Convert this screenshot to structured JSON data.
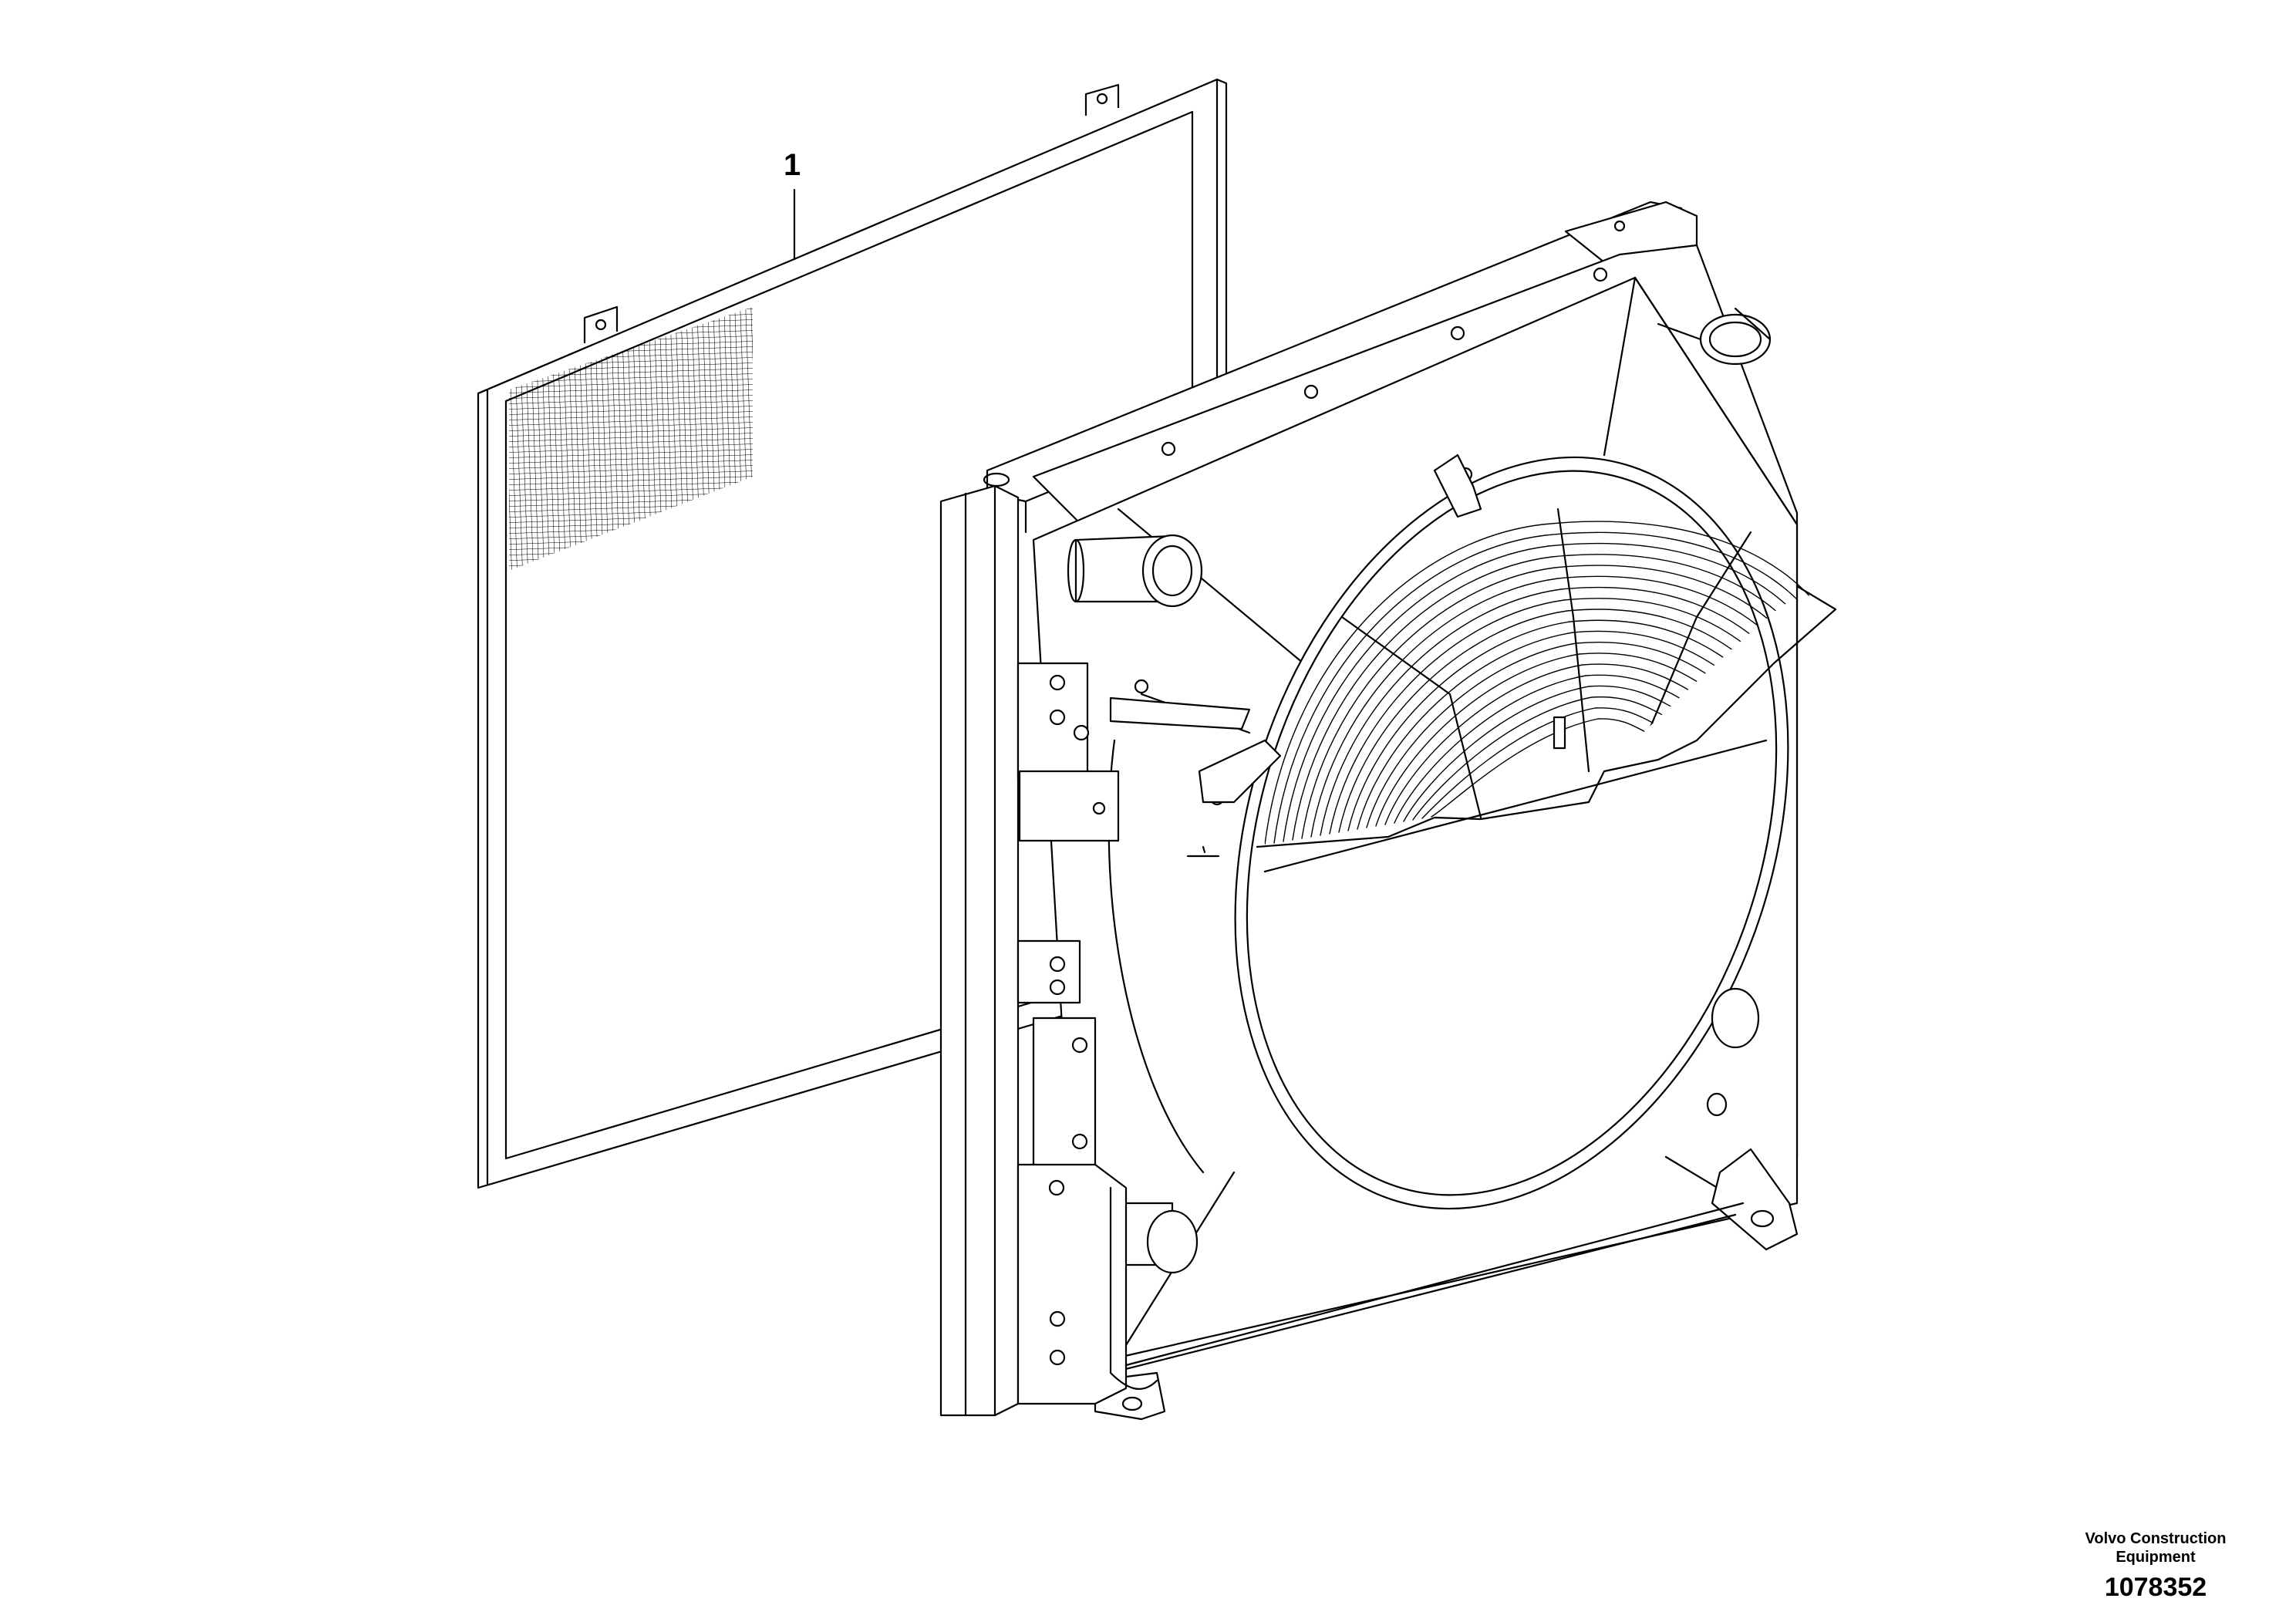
{
  "callouts": [
    {
      "label": "1"
    }
  ],
  "footer": {
    "company_line1": "Volvo Construction",
    "company_line2": "Equipment",
    "drawing_number": "1078352"
  }
}
